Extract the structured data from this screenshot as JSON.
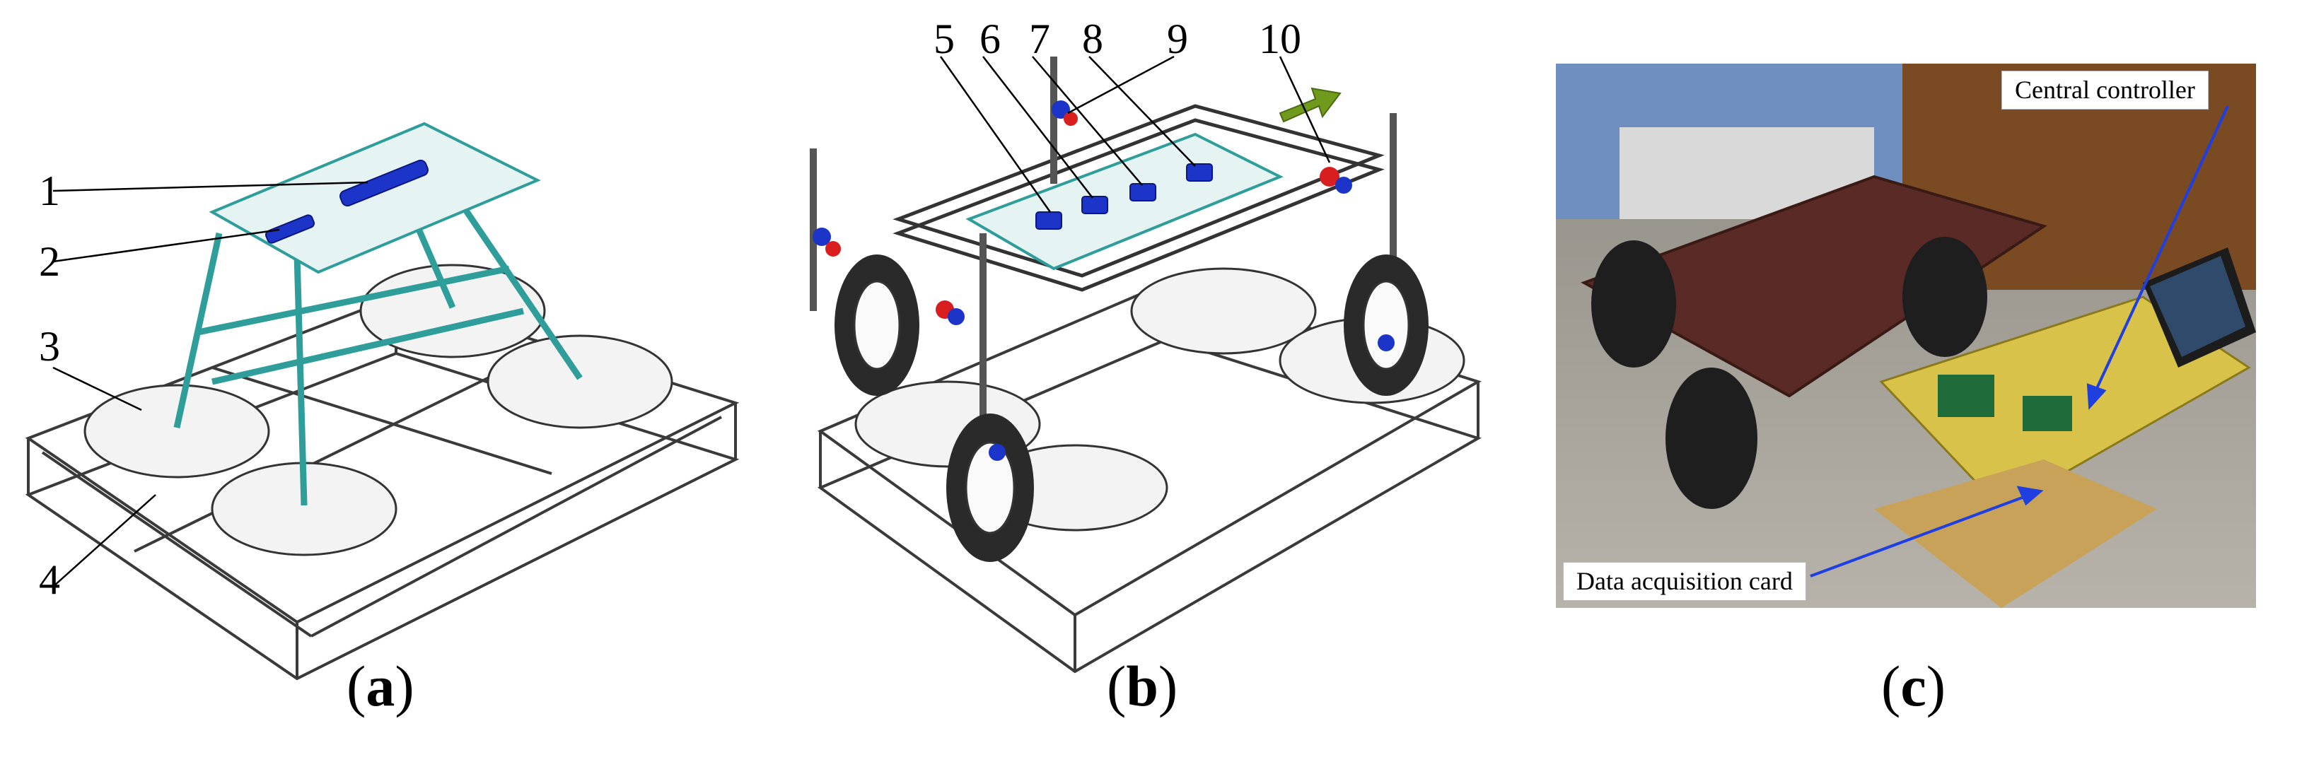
{
  "panel_a": {
    "caption": "(a)",
    "caption_letter": "a",
    "labels": [
      "1",
      "2",
      "3",
      "4"
    ]
  },
  "panel_b": {
    "caption": "(b)",
    "caption_letter": "b",
    "labels": [
      "5",
      "6",
      "7",
      "8",
      "9",
      "10"
    ]
  },
  "panel_c": {
    "caption": "(c)",
    "caption_letter": "c",
    "central_controller": "Central controller",
    "data_acquisition_card": "Data acquisition card"
  },
  "colors": {
    "frame": "#3a3a3a",
    "platform": "#2f9e9a",
    "sensor": "#1c34c8",
    "motor_red": "#d81e1e",
    "arrow": "#6f9a1c",
    "photo_arrow": "#1f3fe0"
  }
}
